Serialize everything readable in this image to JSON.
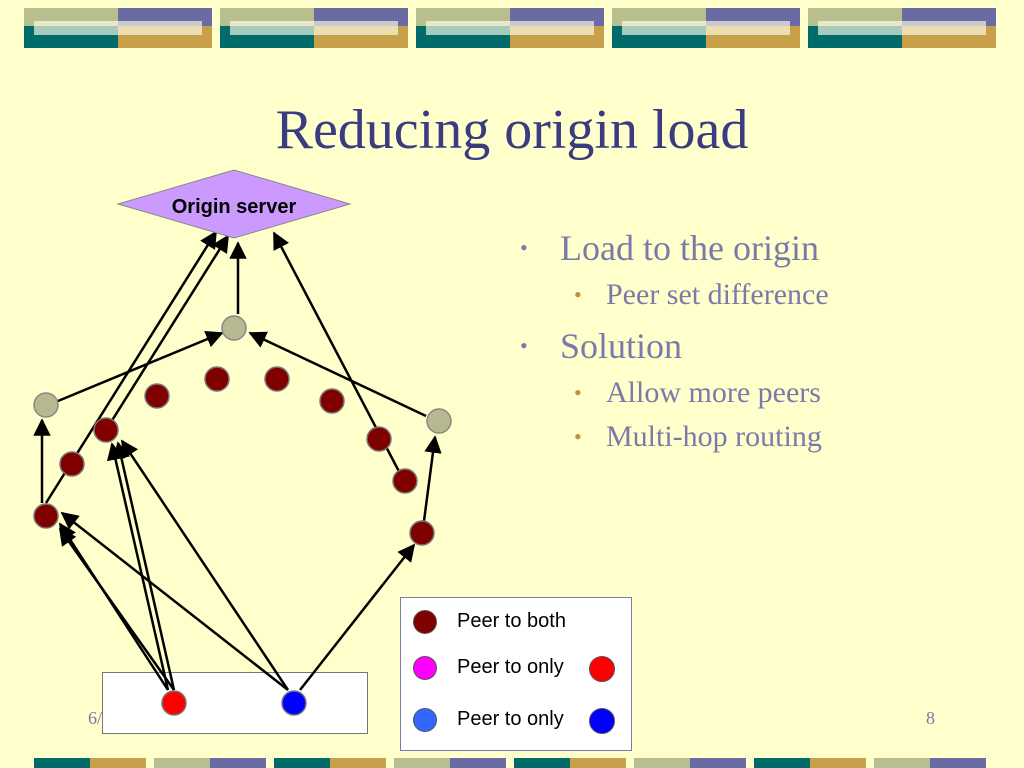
{
  "slide": {
    "title": "Reducing origin load",
    "date_fragment": "6/",
    "page_number": "8"
  },
  "bullets": [
    {
      "text": "Load to the origin",
      "sub": [
        "Peer set difference"
      ]
    },
    {
      "text": "Solution",
      "sub": [
        "Allow more peers",
        "Multi-hop routing"
      ]
    }
  ],
  "diagram": {
    "origin_label": "Origin server",
    "colors": {
      "origin_fill": "#CC99FF",
      "peer_both": "#800000",
      "proxy": "#B8B890",
      "red": "#FF0000",
      "blue": "#0000FF",
      "magenta": "#FF00FF",
      "light_blue": "#3366FF"
    }
  },
  "legend": {
    "items": [
      {
        "label": "Peer to both",
        "swatch_color": "#800000"
      },
      {
        "label": "Peer to only",
        "swatch_color": "#FF00FF",
        "target_color": "#FF0000"
      },
      {
        "label": "Peer to only",
        "swatch_color": "#3366FF",
        "target_color": "#0000FF"
      }
    ]
  }
}
